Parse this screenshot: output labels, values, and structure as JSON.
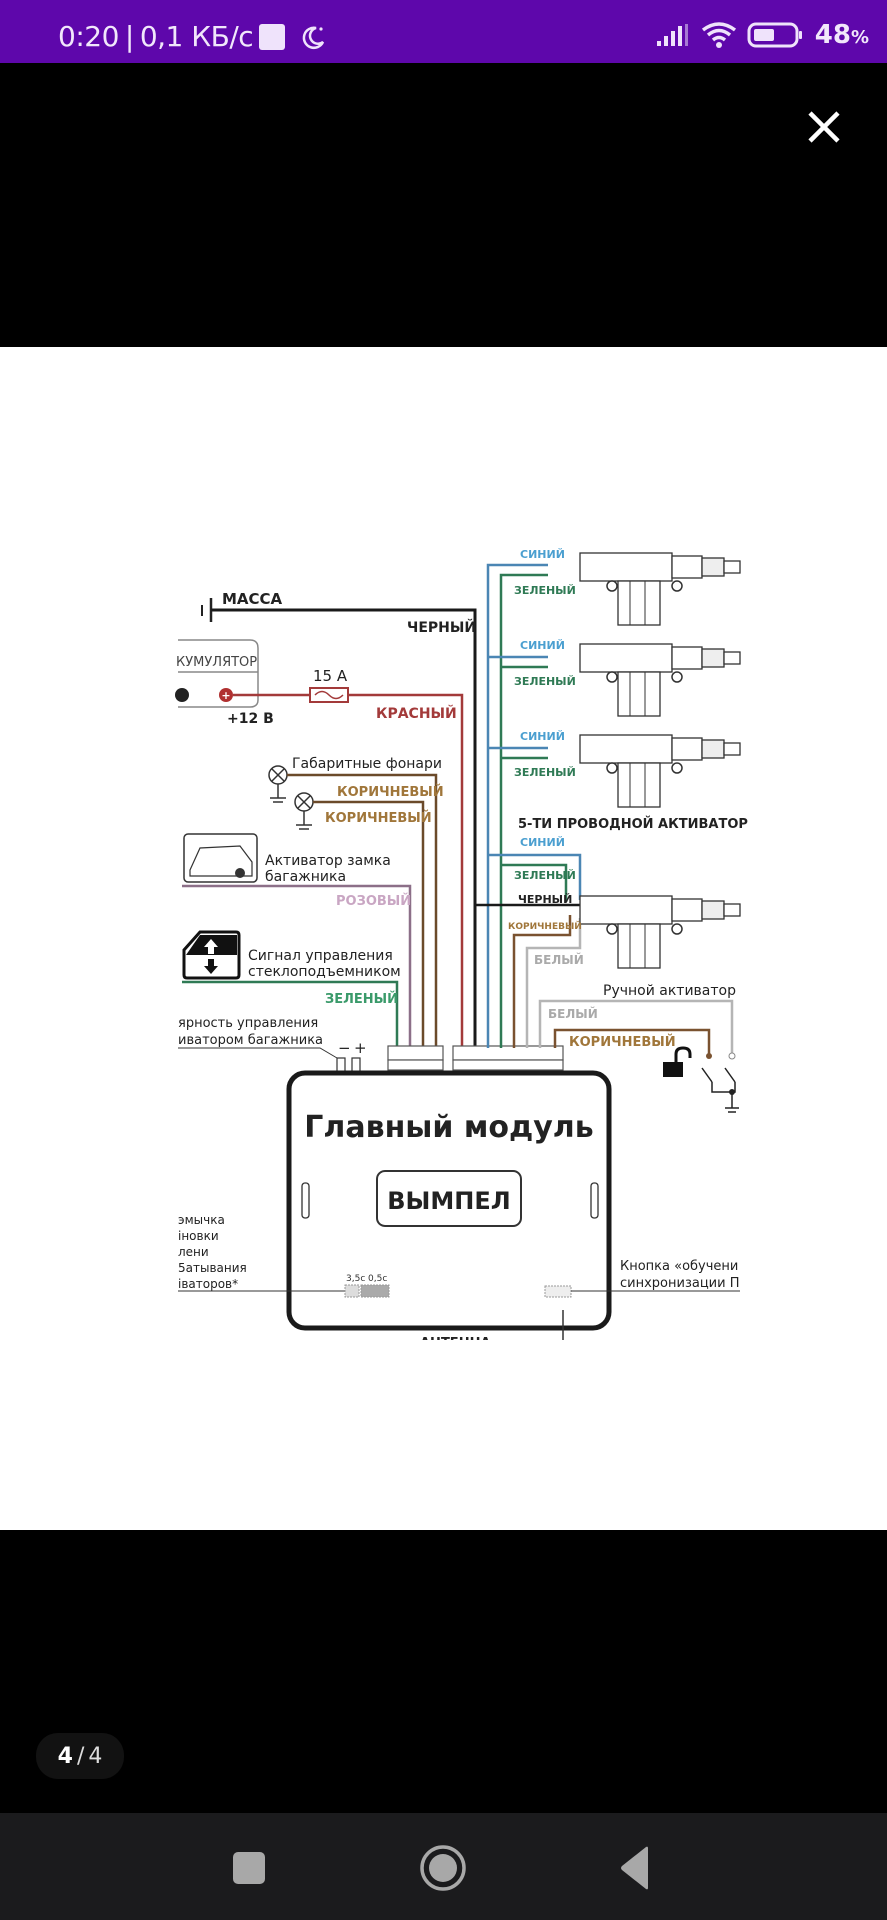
{
  "status_bar": {
    "time": "0:20",
    "separator": "|",
    "network_speed": "0,1 КБ/с",
    "battery": "48",
    "battery_unit": "%",
    "icons": [
      "notification-square-icon",
      "night-mode-icon",
      "signal-icon",
      "wifi-icon",
      "battery-icon"
    ]
  },
  "viewer": {
    "close_icon": "close-icon",
    "page_current": "4",
    "page_separator": "/",
    "page_total": "4"
  },
  "diagram": {
    "ground_label": "МАССА",
    "black_wire": "ЧЕРНЫЙ",
    "battery_label": "КУМУЛЯТОР",
    "plus_12v": "+12 В",
    "fuse": "15 А",
    "red_wire": "КРАСНЫЙ",
    "parking_lights": "Габаритные фонари",
    "brown_wire_1": "КОРИЧНЕВЫЙ",
    "brown_wire_2": "КОРИЧНЕВЫЙ",
    "trunk_actuator_line1": "Активатор замка",
    "trunk_actuator_line2": "багажника",
    "pink_wire": "РОЗОВЫЙ",
    "window_signal_line1": "Сигнал управления",
    "window_signal_line2": "стеклоподъемником",
    "green_wire": "ЗЕЛЕНЫЙ",
    "polarity_line1": "ярность управления",
    "polarity_line2": "иватором багажника",
    "minus": "−",
    "plus": "+",
    "actuators": [
      {
        "blue": "СИНИЙ",
        "green": "ЗЕЛЕНЫЙ"
      },
      {
        "blue": "СИНИЙ",
        "green": "ЗЕЛЕНЫЙ"
      },
      {
        "blue": "СИНИЙ",
        "green": "ЗЕЛЕНЫЙ"
      }
    ],
    "five_wire_title": "5-ТИ ПРОВОДНОЙ АКТИВАТОР",
    "five_wire": {
      "blue": "СИНИЙ",
      "green": "ЗЕЛЕНЫЙ",
      "black": "ЧЕРНЫЙ",
      "brown": "КОРИЧНЕВЫЙ",
      "white": "БЕЛЫЙ"
    },
    "manual_actuator": "Ручной активатор",
    "white_wire": "БЕЛЫЙ",
    "brown_wire_3": "КОРИЧНЕВЫЙ",
    "main_module": "Главный модуль",
    "brand": "ВЫМПЕЛ",
    "jumper_lines": [
      "эмычка",
      "іновки",
      "лени",
      "5атывания",
      "іваторов*"
    ],
    "jumper_35": "3,5с",
    "jumper_05": "0,5с",
    "learn_button_line1": "Кнопка «обучени",
    "learn_button_line2": "синхронизации П",
    "antenna": "АНТЕННА",
    "colors": {
      "blue": "#4b86b4",
      "green": "#2f7a55",
      "red": "#a33a3a",
      "brown": "#7a5230",
      "brown_text": "#a0763a",
      "pink": "#9c7a95",
      "white_wire": "#b5b5b5",
      "black": "#1a1a1a"
    }
  },
  "nav_bar": {
    "recents": "recents-button",
    "home": "home-button",
    "back": "back-button"
  }
}
